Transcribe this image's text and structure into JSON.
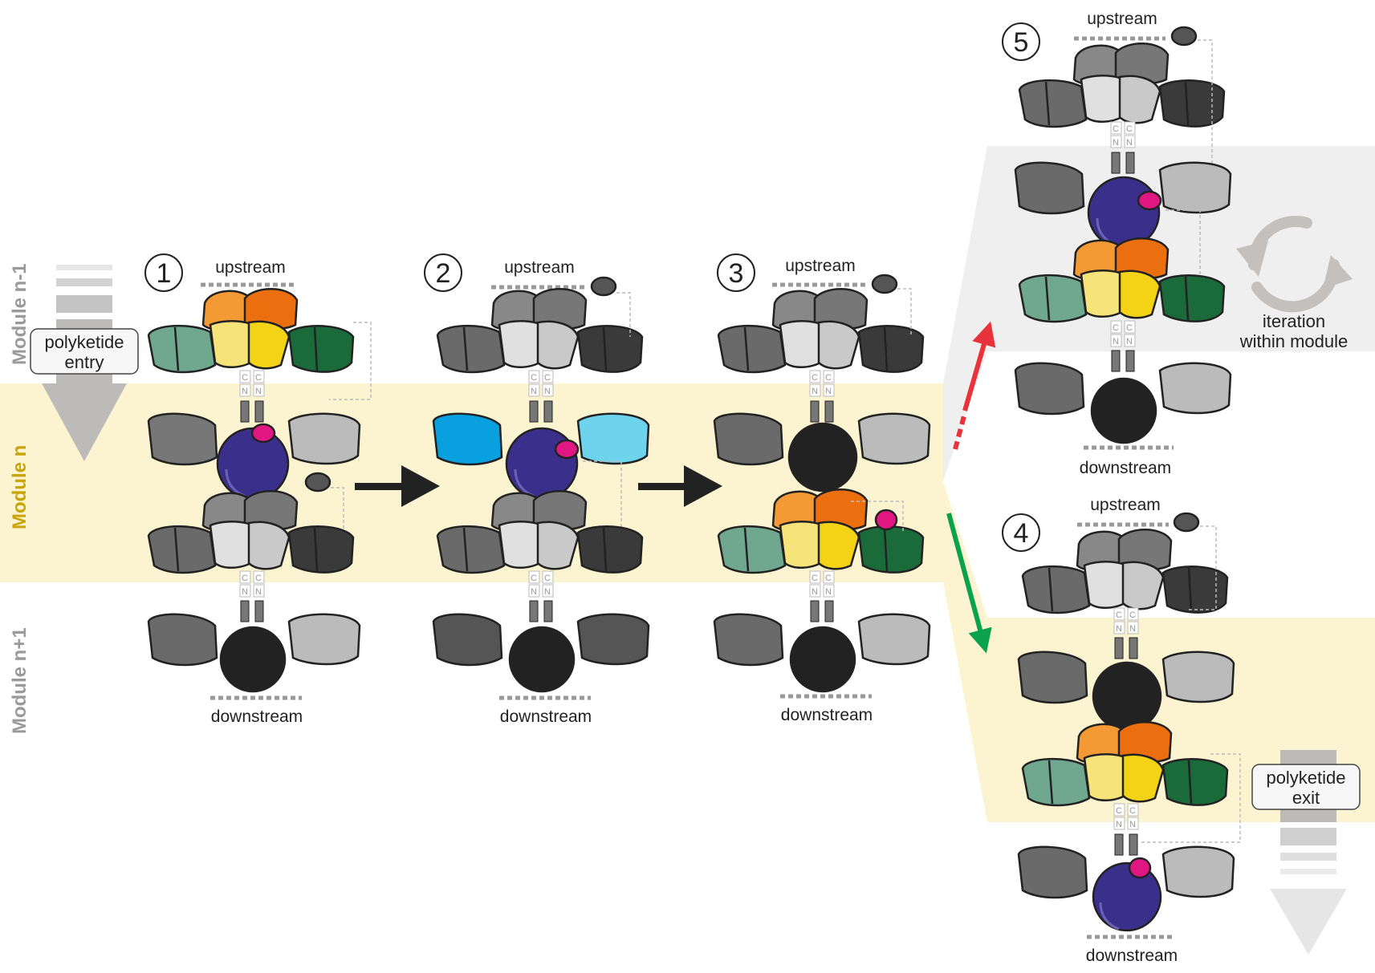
{
  "colors": {
    "band": "#fcf4d0",
    "iteration_panel": "#efefef",
    "ks_orange": "#f39a35",
    "ks_dark_orange": "#ec6f0f",
    "at_teal": "#6fa88f",
    "at_yellow_light": "#f6e37a",
    "at_yellow": "#f4d316",
    "acp_green": "#1b6b3a",
    "tailor_blue": "#09a0e0",
    "tailor_light_blue": "#6ed3ed",
    "te_purple": "#3b2f8c",
    "acp_pink": "#e01683",
    "arrow_red": "#e8323c",
    "arrow_green": "#0aa24a",
    "arrow_black": "#222222"
  },
  "labels": {
    "module_prev": "Module n-1",
    "module_current": "Module n",
    "module_next": "Module n+1",
    "upstream": "upstream",
    "downstream": "downstream",
    "polyketide_entry_line1": "polyketide",
    "polyketide_entry_line2": "entry",
    "polyketide_exit_line1": "polyketide",
    "polyketide_exit_line2": "exit",
    "iteration_line1": "iteration",
    "iteration_line2": "within module",
    "linker_c": "C",
    "linker_n": "N"
  },
  "steps": [
    "1",
    "2",
    "3",
    "4",
    "5"
  ]
}
